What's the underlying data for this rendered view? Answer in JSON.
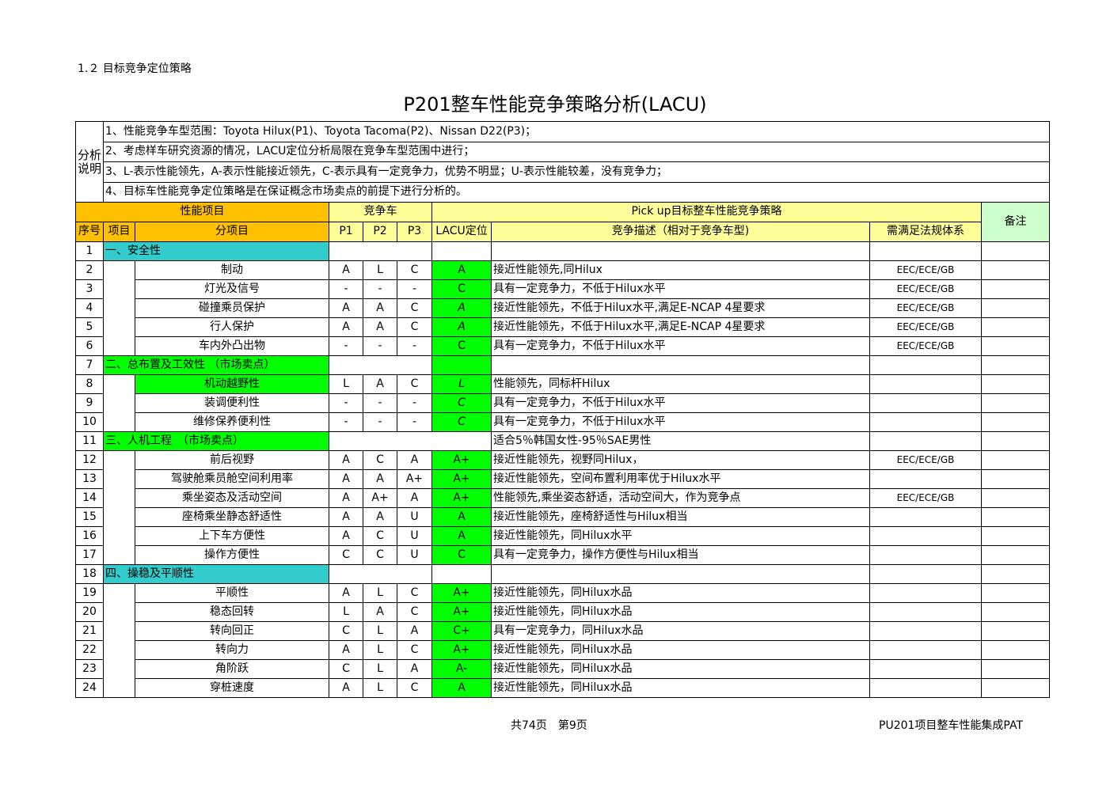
{
  "page": {
    "section_heading": "1.２ 目标竞争定位策略",
    "title": "P201整车性能竞争策略分析(LACU)",
    "page_number": "共74页　第9页",
    "footer_right": "PU201项目整车性能集成PAT"
  },
  "explanation": {
    "label": "分析说明",
    "lines": [
      "1、性能竞争车型范围：Toyota Hilux(P1)、Toyota Tacoma(P2)、Nissan D22(P3)；",
      "2、考虑样车研究资源的情况，LACU定位分析局限在竞争车型范围中进行；",
      "3、L-表示性能领先，A-表示性能接近领先，C-表示具有一定竞争力，优势不明显；U-表示性能较差，没有竞争力；",
      "4、目标车性能竞争定位策略是在保证概念市场卖点的前提下进行分析的。"
    ]
  },
  "headers": {
    "perf_item": "性能项目",
    "competitors": "竞争车",
    "strategy": "Pick up目标整车性能竞争策略",
    "remark": "备注",
    "seq": "序号",
    "item": "项目",
    "subitem": "分项目",
    "p1": "P1",
    "p2": "P2",
    "p3": "P3",
    "lacu": "LACU定位",
    "desc": "竞争描述（相对于竞争车型)",
    "reg": "需满足法规体系"
  },
  "rows": [
    {
      "seq": "1",
      "category": "一、安全性"
    },
    {
      "seq": "2",
      "sub": "制动",
      "p1": "A",
      "p2": "L",
      "p3": "C",
      "lacu": "A",
      "desc": "接近性能领先,同Hilux",
      "reg": "EEC/ECE/GB"
    },
    {
      "seq": "3",
      "sub": "灯光及信号",
      "p1": "-",
      "p2": "-",
      "p3": "-",
      "lacu": "C",
      "desc": "具有一定竞争力，不低于Hilux水平",
      "reg": "EEC/ECE/GB"
    },
    {
      "seq": "4",
      "sub": "碰撞乘员保护",
      "p1": "A",
      "p2": "A",
      "p3": "C",
      "lacu": "A",
      "desc": "接近性能领先，不低于Hilux水平,满足E-NCAP 4星要求",
      "reg": "EEC/ECE/GB"
    },
    {
      "seq": "5",
      "sub": "行人保护",
      "p1": "A",
      "p2": "A",
      "p3": "C",
      "lacu": "A",
      "desc": "接近性能领先，不低于Hilux水平,满足E-NCAP 4星要求",
      "reg": "EEC/ECE/GB"
    },
    {
      "seq": "6",
      "sub": "车内外凸出物",
      "p1": "-",
      "p2": "-",
      "p3": "-",
      "lacu": "C",
      "desc": "具有一定竞争力，不低于Hilux水平",
      "reg": "EEC/ECE/GB"
    },
    {
      "seq": "7",
      "category": "二、总布置及工效性 （市场卖点）"
    },
    {
      "seq": "8",
      "sub": "机动越野性",
      "p1": "L",
      "p2": "A",
      "p3": "C",
      "lacu": "L",
      "desc": "性能领先，同标杆Hilux",
      "reg": ""
    },
    {
      "seq": "9",
      "sub": "装调便利性",
      "p1": "-",
      "p2": "-",
      "p3": "-",
      "lacu": "C",
      "desc": "具有一定竞争力，不低于Hilux水平",
      "reg": ""
    },
    {
      "seq": "10",
      "sub": "维修保养便利性",
      "p1": "-",
      "p2": "-",
      "p3": "-",
      "lacu": "C",
      "desc": "具有一定竞争力，不低于Hilux水平",
      "reg": ""
    },
    {
      "seq": "11",
      "category": "三、人机工程　（市场卖点）",
      "desc": "适合5％韩国女性-95％SAE男性"
    },
    {
      "seq": "12",
      "sub": "前后视野",
      "p1": "A",
      "p2": "C",
      "p3": "A",
      "lacu": "A+",
      "desc": "接近性能领先，视野同Hilux，",
      "reg": "EEC/ECE/GB"
    },
    {
      "seq": "13",
      "sub": "驾驶舱乘员舱空间利用率",
      "p1": "A",
      "p2": "A",
      "p3": "A+",
      "lacu": "A+",
      "desc": "接近性能领先，空间布置利用率优于Hilux水平",
      "reg": ""
    },
    {
      "seq": "14",
      "sub": "乘坐姿态及活动空间",
      "p1": "A",
      "p2": "A+",
      "p3": "A",
      "lacu": "A+",
      "desc": "性能领先,乘坐姿态舒适，活动空间大，作为竞争点",
      "reg": "EEC/ECE/GB"
    },
    {
      "seq": "15",
      "sub": "座椅乘坐静态舒适性",
      "p1": "A",
      "p2": "A",
      "p3": "U",
      "lacu": "A",
      "desc": "接近性能领先，座椅舒适性与Hilux相当",
      "reg": ""
    },
    {
      "seq": "16",
      "sub": "上下车方便性",
      "p1": "A",
      "p2": "C",
      "p3": "U",
      "lacu": "A",
      "desc": "接近性能领先，同Hilux水平",
      "reg": ""
    },
    {
      "seq": "17",
      "sub": "操作方便性",
      "p1": "C",
      "p2": "C",
      "p3": "U",
      "lacu": "C",
      "desc": "具有一定竞争力，操作方便性与Hilux相当",
      "reg": ""
    },
    {
      "seq": "18",
      "category": "四、操稳及平顺性"
    },
    {
      "seq": "19",
      "sub": "平顺性",
      "p1": "A",
      "p2": "L",
      "p3": "C",
      "lacu": "A+",
      "desc": "接近性能领先，同Hilux水品",
      "reg": ""
    },
    {
      "seq": "20",
      "sub": "稳态回转",
      "p1": "L",
      "p2": "A",
      "p3": "C",
      "lacu": "A+",
      "desc": "接近性能领先，同Hilux水品",
      "reg": ""
    },
    {
      "seq": "21",
      "sub": "转向回正",
      "p1": "C",
      "p2": "L",
      "p3": "A",
      "lacu": "C+",
      "desc": "具有一定竞争力，同Hilux水品",
      "reg": ""
    },
    {
      "seq": "22",
      "sub": "转向力",
      "p1": "A",
      "p2": "L",
      "p3": "C",
      "lacu": "A+",
      "desc": "接近性能领先，同Hilux水品",
      "reg": ""
    },
    {
      "seq": "23",
      "sub": "角阶跃",
      "p1": "C",
      "p2": "L",
      "p3": "A",
      "lacu": "A-",
      "desc": "接近性能领先，同Hilux水品",
      "reg": ""
    },
    {
      "seq": "24",
      "sub": "穿桩速度",
      "p1": "A",
      "p2": "L",
      "p3": "C",
      "lacu": "A",
      "desc": "接近性能领先，同Hilux水品",
      "reg": ""
    }
  ],
  "colors": {
    "header_orange": "#ffc000",
    "header_yellow": "#ffff99",
    "remark_green": "#ccffcc",
    "category_teal": "#33cccc",
    "highlight_green": "#00ff00"
  }
}
